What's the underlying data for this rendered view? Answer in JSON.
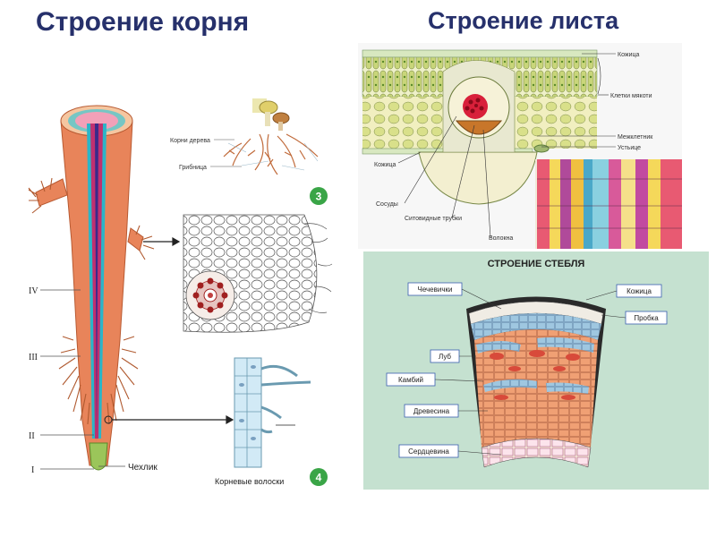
{
  "root_section": {
    "title": "Строение корня",
    "labels": {
      "tree_roots": "Корни дерева",
      "mycelium": "Грибница",
      "root_cap": "Чехлик",
      "root_hairs": "Корневые волоски"
    },
    "zones": [
      "IV",
      "III",
      "II",
      "I"
    ],
    "badges": [
      "3",
      "4"
    ],
    "colors": {
      "root": "#e8845a",
      "badge": "#3aa547"
    }
  },
  "leaf_section": {
    "title": "Строение листа",
    "labels": {
      "skin_top": "Кожица",
      "pulp_cells": "Клетки мякоти",
      "intercellular": "Межклетник",
      "stoma": "Устьице",
      "skin_bottom": "Кожица",
      "vessels": "Сосуды",
      "sieve_tubes": "Ситовидные трубки",
      "fibers": "Волокна"
    }
  },
  "stem_section": {
    "title": "СТРОЕНИЕ СТЕБЛЯ",
    "labels": {
      "lenticels": "Чечевички",
      "skin": "Кожица",
      "cork": "Пробка",
      "phloem": "Луб",
      "cambium": "Камбий",
      "wood": "Древесина",
      "pith": "Сердцевина"
    },
    "colors": {
      "panel": "#c5e1d0",
      "label_border": "#3a5fb0"
    }
  }
}
